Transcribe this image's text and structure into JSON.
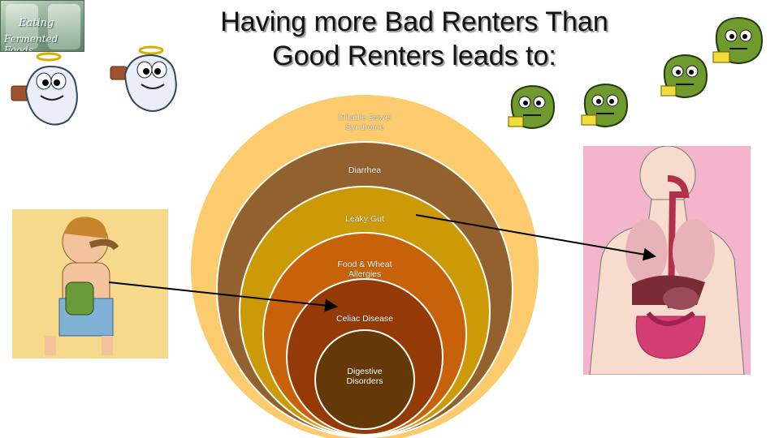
{
  "title": {
    "line1": "Having more Bad Renters Than",
    "line2": "Good Renters leads to:"
  },
  "logo": {
    "line1": "Eating",
    "line2": "Fermented Foods"
  },
  "diagram": {
    "layers": [
      {
        "label_line1": "Irritable Bowel",
        "label_line2": "Syndrome",
        "color": "#fbcb6e"
      },
      {
        "label_line1": "Diarrhea",
        "label_line2": "",
        "color": "#93612d"
      },
      {
        "label_line1": "Leaky Gut",
        "label_line2": "",
        "color": "#cc9a06"
      },
      {
        "label_line1": "Food & Wheat",
        "label_line2": "Allergies",
        "color": "#c8620a"
      },
      {
        "label_line1": "Celiac Disease",
        "label_line2": "",
        "color": "#933a06"
      },
      {
        "label_line1": "Digestive",
        "label_line2": "Disorders",
        "color": "#643807"
      }
    ]
  },
  "colors": {
    "good_renter": "#e9eef8",
    "bad_renter": "#6f9a2e",
    "arrow": "#000000"
  }
}
